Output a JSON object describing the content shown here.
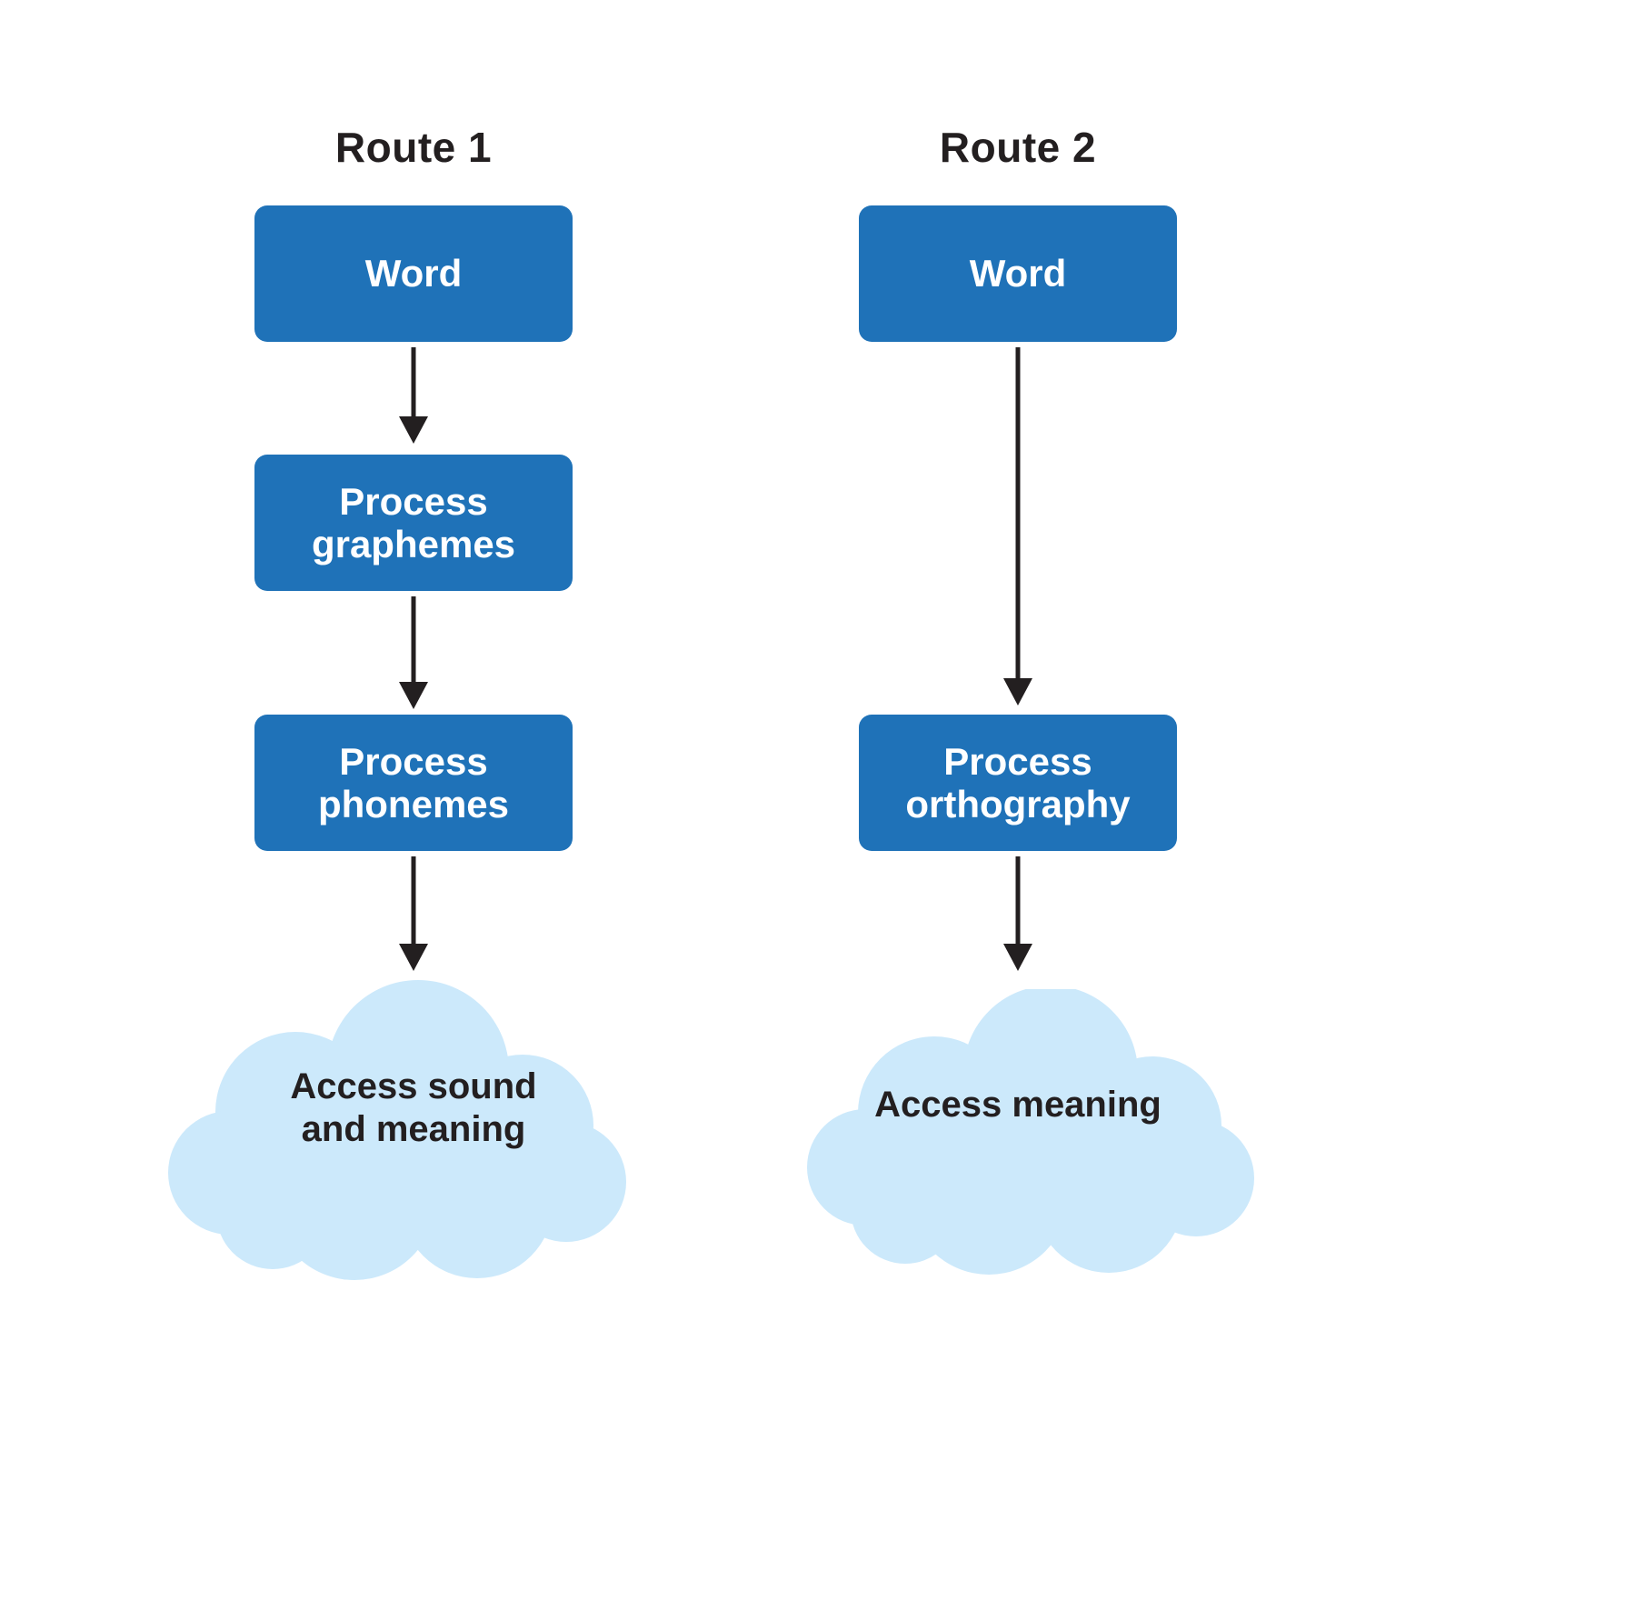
{
  "diagram": {
    "title_route1": "Route 1",
    "title_route2": "Route 2",
    "colors": {
      "box_fill": "#1F72B8",
      "box_text": "#FFFFFF",
      "cloud_fill": "#CCE9FB",
      "cloud_text": "#231F20",
      "arrow": "#231F20",
      "background": "#FFFFFF",
      "title_text": "#231F20"
    }
  },
  "route1": {
    "title": "Route 1",
    "nodes": [
      {
        "id": "word",
        "label": "Word",
        "shape": "rounded-rect"
      },
      {
        "id": "graphemes",
        "label": "Process\ngraphemes",
        "line1": "Process",
        "line2": "graphemes",
        "shape": "rounded-rect"
      },
      {
        "id": "phonemes",
        "label": "Process\nphonemes",
        "line1": "Process",
        "line2": "phonemes",
        "shape": "rounded-rect"
      },
      {
        "id": "outcome",
        "label": "Access sound\nand meaning",
        "line1": "Access sound",
        "line2": "and meaning",
        "shape": "cloud"
      }
    ],
    "arrows": [
      {
        "from": "word",
        "to": "graphemes",
        "direction": "down"
      },
      {
        "from": "graphemes",
        "to": "phonemes",
        "direction": "down"
      },
      {
        "from": "phonemes",
        "to": "outcome",
        "direction": "down"
      }
    ]
  },
  "route2": {
    "title": "Route 2",
    "nodes": [
      {
        "id": "word",
        "label": "Word",
        "shape": "rounded-rect"
      },
      {
        "id": "orthography",
        "label": "Process\northography",
        "line1": "Process",
        "line2": "orthography",
        "shape": "rounded-rect"
      },
      {
        "id": "outcome",
        "label": "Access meaning",
        "line1": "Access meaning",
        "line2": "",
        "shape": "cloud"
      }
    ],
    "arrows": [
      {
        "from": "word",
        "to": "orthography",
        "direction": "down"
      },
      {
        "from": "orthography",
        "to": "outcome",
        "direction": "down"
      }
    ]
  }
}
